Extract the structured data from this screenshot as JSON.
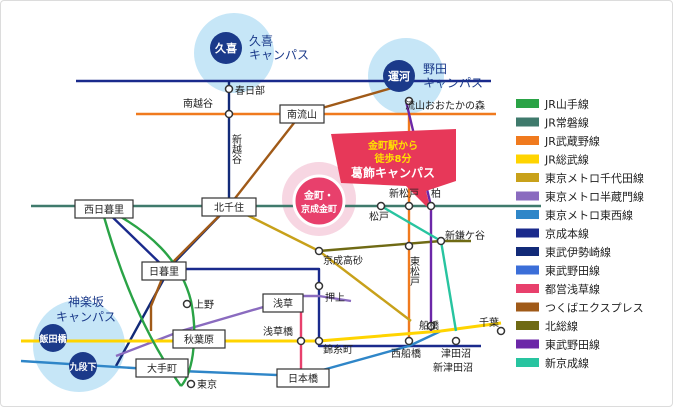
{
  "campuses": {
    "kuki": {
      "badge": "久喜",
      "line1": "久喜",
      "line2": "キャンパス"
    },
    "unga": {
      "badge": "運河",
      "line1": "野田",
      "line2": "キャンパス"
    },
    "katsushika": {
      "badge_line1": "金町・",
      "badge_line2": "京成金町",
      "callout_line1": "金町駅から",
      "callout_line2": "徒歩8分",
      "callout_line3": "葛飾キャンパス"
    },
    "kagurazaka": {
      "line1": "神楽坂",
      "line2": "キャンパス",
      "badge1": "飯田橋",
      "badge2": "九段下"
    }
  },
  "stations": {
    "kasukabe": "春日部",
    "minami_koshigaya": "南越谷",
    "shin_koshigaya": "新越谷",
    "minami_nagareyama": "南流山",
    "nagareyama_otakanomori": "流山おおたかの森",
    "nishi_nippori": "西日暮里",
    "kita_senju": "北千住",
    "shin_matsudo": "新松戸",
    "kashiwa": "柏",
    "matsudo": "松戸",
    "shin_kamagaya": "新鎌ケ谷",
    "keisei_takasago": "京成高砂",
    "higashi_matsudo": "東松戸",
    "nippori": "日暮里",
    "ueno": "上野",
    "oshiage": "押上",
    "asakusa": "浅草",
    "asakusabashi": "浅草橋",
    "akihabara": "秋葉原",
    "kinshicho": "錦糸町",
    "funabashi": "船橋",
    "nishi_funabashi": "西船橋",
    "chiba": "千葉",
    "tsudanuma": "津田沼",
    "shin_tsudanuma": "新津田沼",
    "otemachi": "大手町",
    "tokyo": "東京",
    "nihonbashi": "日本橋"
  },
  "legend": [
    {
      "label": "JR山手線",
      "color": "#2aa346"
    },
    {
      "label": "JR常磐線",
      "color": "#3f7a6c"
    },
    {
      "label": "JR武蔵野線",
      "color": "#f07a1e"
    },
    {
      "label": "JR総武線",
      "color": "#ffd400"
    },
    {
      "label": "東京メトロ千代田線",
      "color": "#c8a11a"
    },
    {
      "label": "東京メトロ半蔵門線",
      "color": "#8a6bbf"
    },
    {
      "label": "東京メトロ東西線",
      "color": "#2f86c8"
    },
    {
      "label": "京成本線",
      "color": "#1a2a8c"
    },
    {
      "label": "東武伊勢崎線",
      "color": "#122a78"
    },
    {
      "label": "東武野田線",
      "color": "#3b6ed8"
    },
    {
      "label": "都営浅草線",
      "color": "#e8406c"
    },
    {
      "label": "つくばエクスプレス",
      "color": "#a05a18"
    },
    {
      "label": "北総線",
      "color": "#6f6a14"
    },
    {
      "label": "東武野田線",
      "color": "#6c27a8"
    },
    {
      "label": "新京成線",
      "color": "#28c4a0"
    }
  ]
}
